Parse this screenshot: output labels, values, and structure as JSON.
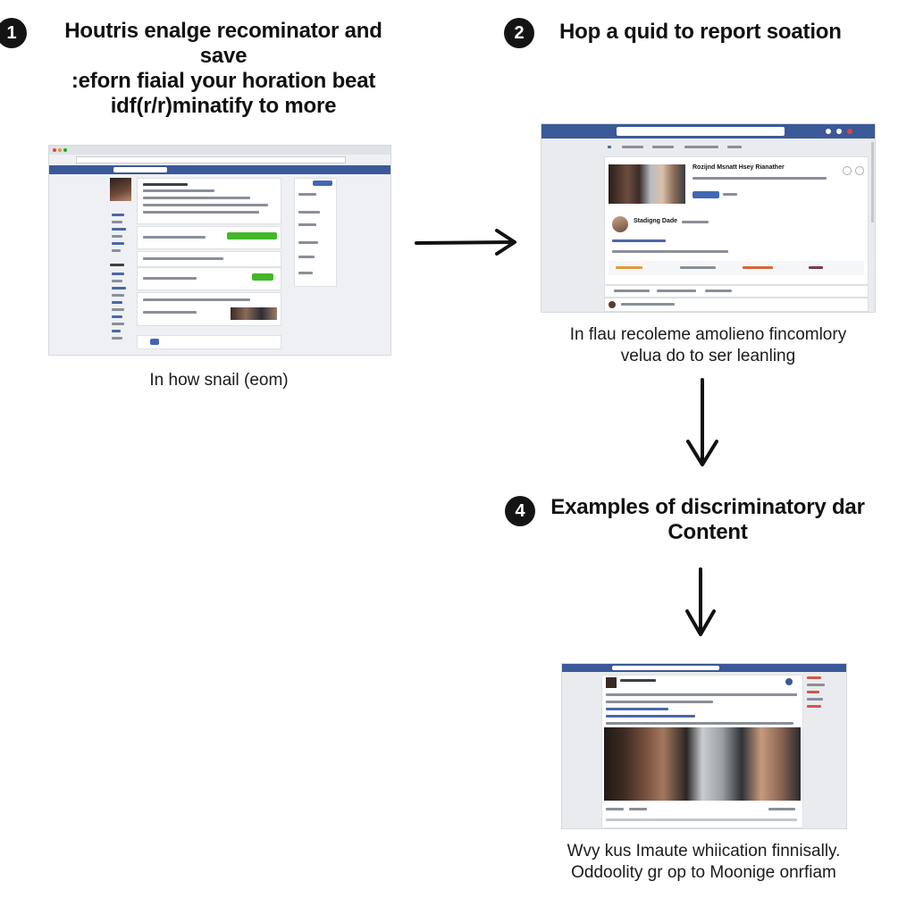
{
  "steps": [
    {
      "number": "1",
      "title_lines": [
        "Houtris enalge recominator and save",
        ":eforn fiaial your horation beat",
        "idf(r/r)minatify to more"
      ],
      "caption": "In how snail (eom)"
    },
    {
      "number": "2",
      "title": "Hop a quid to report soation",
      "caption_lines": [
        "In flau recoleme amolieno fincomlory",
        "velua do to ser leanling"
      ]
    },
    {
      "number": "4",
      "title_lines": [
        "Examples of discriminatory dar",
        "Content"
      ],
      "caption_lines": [
        "Wvy kus Imaute whiication finnisally.",
        "Oddoolity gr op to Moonige onrfiam"
      ]
    }
  ],
  "shot2": {
    "post_title": "Rozijnd Msnatt Hsey Rianather",
    "commenter": "Stadigng Dade"
  },
  "icons": [
    "right-arrow-icon",
    "down-arrow-icon"
  ],
  "colors": {
    "facebook_blue": "#3b5998",
    "badge": "#141414",
    "green": "#42b72a"
  }
}
